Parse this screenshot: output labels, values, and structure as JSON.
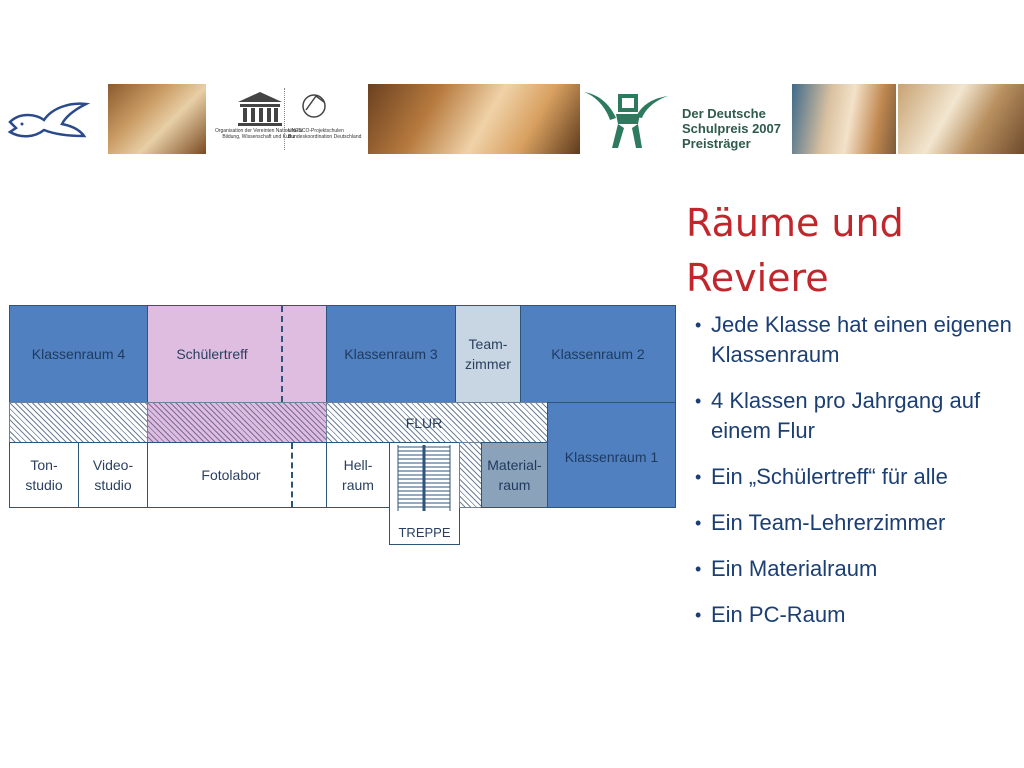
{
  "header": {
    "unesco_org_text": "Organisation der Vereinten Nationen für Bildung, Wissenschaft und Kultur",
    "unesco_proj_text": "UNESCO-Projektschulen Bundeskoordination Deutschland",
    "prize_line1": "Der Deutsche",
    "prize_line2": "Schulpreis 2007",
    "prize_line3": "Preisträger"
  },
  "title_line1": "Räume und",
  "title_line2": "Reviere",
  "bullets": [
    "Jede Klasse hat einen eigenen Klassenraum",
    "4 Klassen pro Jahrgang auf einem Flur",
    "Ein „Schülertreff“ für alle",
    "Ein Team-Lehrerzimmer",
    "Ein Materialraum",
    "Ein PC-Raum"
  ],
  "plan": {
    "klassenraum4": "Klassenraum 4",
    "schuelertreff": "Schülertreff",
    "klassenraum3": "Klassenraum 3",
    "team1": "Team-",
    "team2": "zimmer",
    "klassenraum2": "Klassenraum 2",
    "klassenraum1": "Klassenraum 1",
    "flur": "FLUR",
    "ton1": "Ton-",
    "ton2": "studio",
    "video1": "Video-",
    "video2": "studio",
    "fotolabor": "Fotolabor",
    "hell1": "Hell-",
    "hell2": "raum",
    "material1": "Material-",
    "material2": "raum",
    "treppe": "TREPPE"
  },
  "colors": {
    "title": "#c0272d",
    "bullets": "#1c3f73",
    "classroom_blue": "#5080bf",
    "schuelertreff_pink": "#dfbde0"
  }
}
